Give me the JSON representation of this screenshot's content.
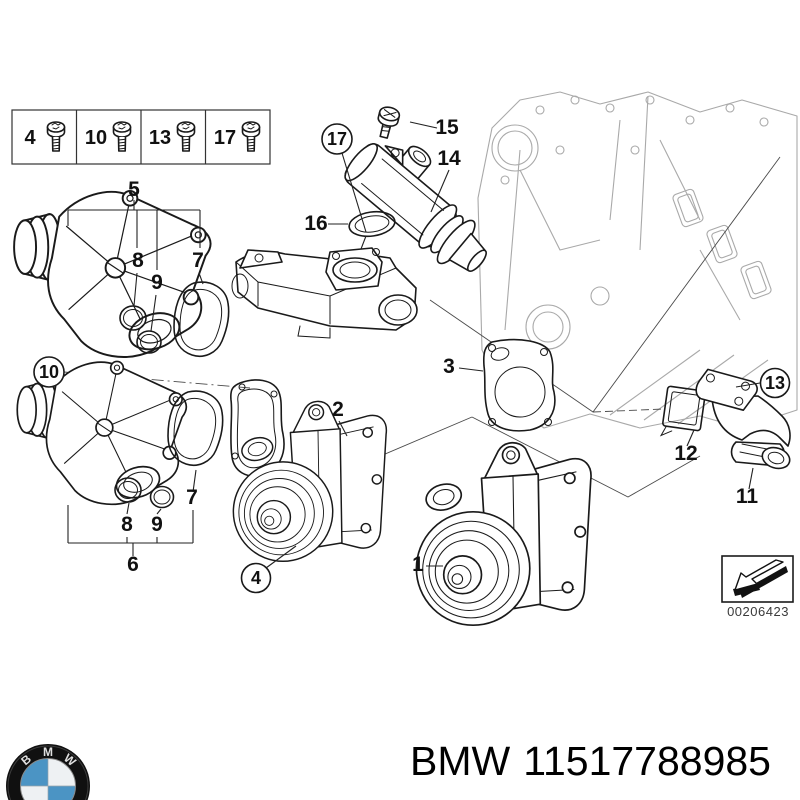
{
  "diagram": {
    "brand": "BMW",
    "part_number": "11517788985",
    "stamp_code": "00206423",
    "legend": {
      "items": [
        {
          "number": "4",
          "icon": "screw-icon"
        },
        {
          "number": "10",
          "icon": "torx-screw-icon"
        },
        {
          "number": "13",
          "icon": "hex-bolt-icon"
        },
        {
          "number": "17",
          "icon": "flange-bolt-icon"
        }
      ]
    },
    "callouts": {
      "n1": "1",
      "n2": "2",
      "n3": "3",
      "n4": "4",
      "n5": "5",
      "n6": "6",
      "n7a": "7",
      "n7b": "7",
      "n8a": "8",
      "n8b": "8",
      "n9a": "9",
      "n9b": "9",
      "n10": "10",
      "n11": "11",
      "n12": "12",
      "n13": "13",
      "n14": "14",
      "n15": "15",
      "n16": "16",
      "n17": "17"
    },
    "logo_letters": [
      "B",
      "M",
      "W"
    ],
    "colors": {
      "line": "#1a1a1a",
      "engine_line": "#a9a9a9",
      "bmw_blue": "#4b94c4",
      "logo_ring": "#101010"
    },
    "icons": {
      "logo": "bmw-roundel-icon",
      "stamp": "direction-arrow-icon"
    }
  }
}
